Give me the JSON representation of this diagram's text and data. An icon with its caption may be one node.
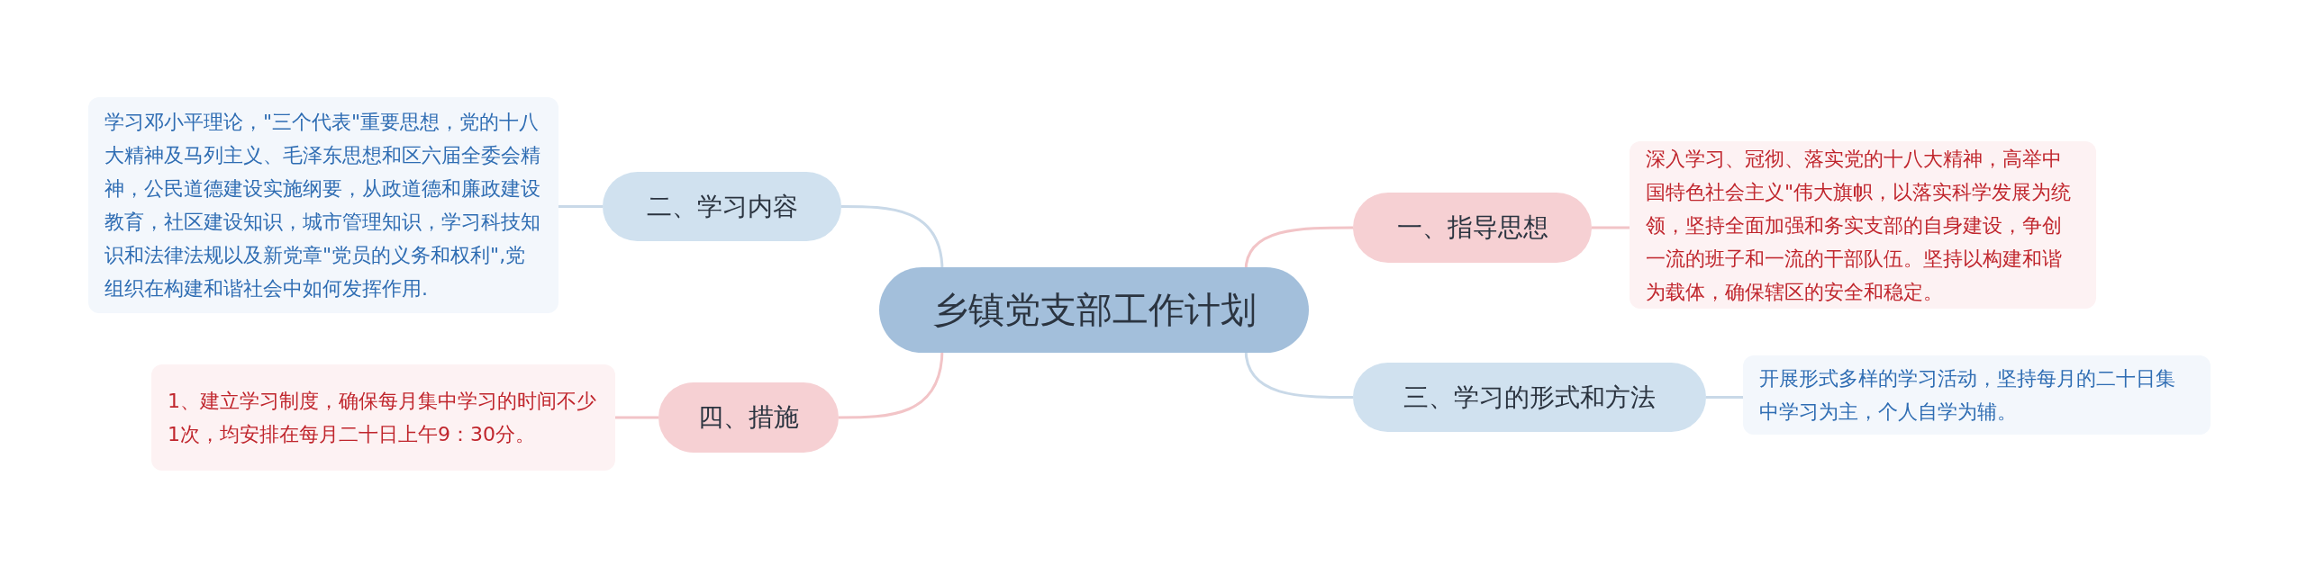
{
  "diagram": {
    "nodes": [
      {
        "text": [
          "乡镇党支部工作计划"
        ]
      },
      {
        "text": [
          "一、指导思想"
        ]
      },
      {
        "text": [
          "深入学习、冠彻、落实党的十八大精神，高举中国特色社会主义\"伟大旗帜，以落实科学发展为统领，坚持全面加强和务实支部的自身建设，争创一流的班子和一流的干部队伍。坚持以构建和谐为载体，确保辖区的安全和稳定。"
        ]
      },
      {
        "text": [
          "二、学习内容"
        ]
      },
      {
        "text": [
          "学习邓小平理论，\"三个代表\"重要思想，党的十八大精神及马列主义、毛泽东思想和区六届全委会精神，公民道德建设实施纲要，从政道德和廉政建设教育，社区建设知识，城市管理知识，学习科技知识和法律法规以及新党章\"党员的义务和权利\",党组织在构建和谐社会中如何发挥作用."
        ]
      },
      {
        "text": [
          "三、学习的形式和方法"
        ]
      },
      {
        "text": [
          "开展形式多样的学习活动，坚持每月的二十日集中学习为主，个人自学为辅。"
        ]
      },
      {
        "text": [
          "四、措施"
        ]
      },
      {
        "text": [
          "1、建立学习制度，确保每月集中学习的时间不少1次，均安排在每月二十日上午9：30分。"
        ]
      }
    ],
    "edges": [
      {
        "from": 0,
        "to": 1,
        "arrow": "none",
        "color": "#f2c4c7"
      },
      {
        "from": 1,
        "to": 2,
        "arrow": "none",
        "color": "#f2c4c7"
      },
      {
        "from": 0,
        "to": 3,
        "arrow": "none"
      },
      {
        "from": 3,
        "to": 4,
        "arrow": "none"
      },
      {
        "from": 0,
        "to": 5,
        "arrow": "none"
      },
      {
        "from": 5,
        "to": 6,
        "arrow": "none"
      },
      {
        "from": 0,
        "to": 7,
        "arrow": "none",
        "color": "#f2c4c7"
      },
      {
        "from": 7,
        "to": 8,
        "arrow": "none",
        "color": "#f2c4c7"
      }
    ]
  }
}
